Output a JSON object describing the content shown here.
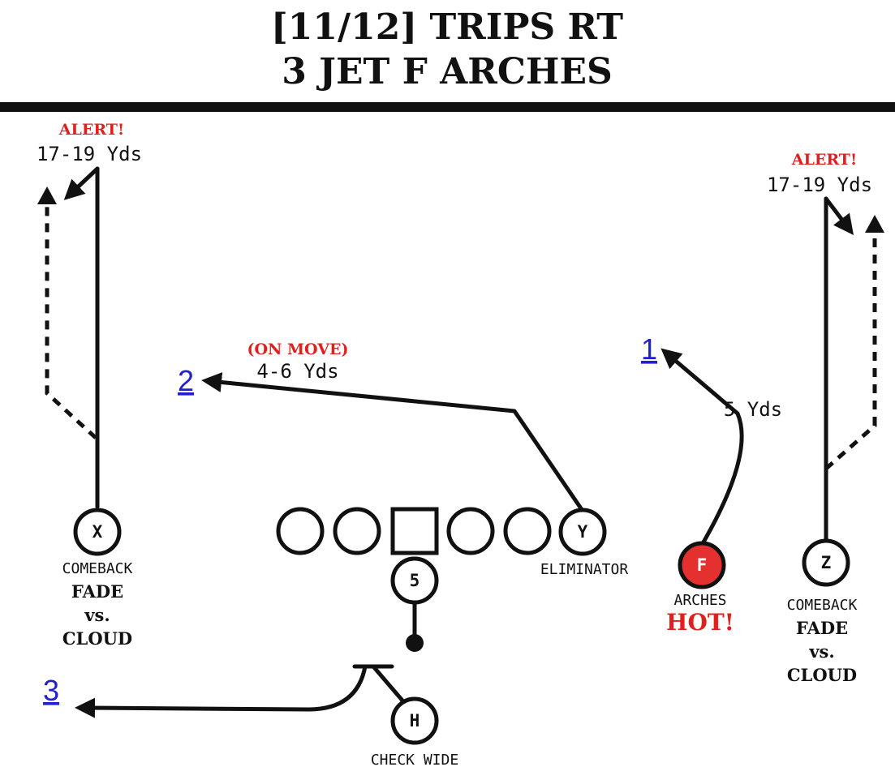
{
  "title": {
    "line1": "[11/12] TRIPS RT",
    "line2": "3 JET F ARCHES"
  },
  "players": {
    "x": "X",
    "y": "Y",
    "f": "F",
    "z": "Z",
    "qb": "5",
    "h": "H"
  },
  "labels": {
    "x_route": [
      "COMEBACK",
      "FADE",
      "vs.",
      "CLOUD"
    ],
    "z_route": [
      "COMEBACK",
      "FADE",
      "vs.",
      "CLOUD"
    ],
    "y_route": "ELIMINATOR",
    "f_route": "ARCHES",
    "f_hot": "HOT!",
    "h_route": "CHECK WIDE"
  },
  "alerts": {
    "left": "ALERT!",
    "right": "ALERT!"
  },
  "yardages": {
    "x_depth": "17-19 Yds",
    "z_depth": "17-19 Yds",
    "y_depth": "4-6 Yds",
    "y_note": "(ON MOVE)",
    "f_depth": "5 Yds"
  },
  "reads": {
    "first": "1",
    "second": "2",
    "third": "3"
  },
  "colors": {
    "hot_player": "#e53030",
    "alert": "#e02020",
    "read_number": "#2020d0"
  }
}
